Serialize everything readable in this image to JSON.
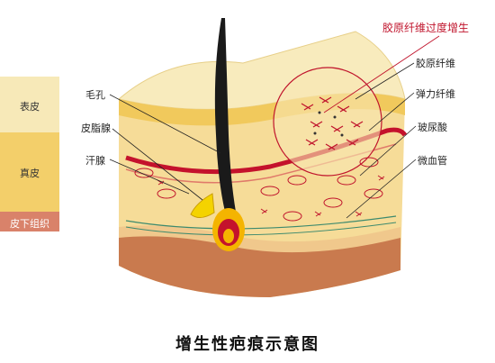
{
  "layers": {
    "epidermis": "表皮",
    "dermis": "真皮",
    "subcutaneous": "皮下组织"
  },
  "labels": {
    "hair_pore": "毛孔",
    "sebaceous_gland": "皮脂腺",
    "sweat_gland": "汗腺",
    "collagen_overgrowth": "胶原纤维过度增生",
    "collagen_fiber": "胶原纤维",
    "elastic_fiber": "弹力纤维",
    "hyaluronic_acid": "玻尿酸",
    "microvessel": "微血管"
  },
  "caption": "增生性疤痕示意图",
  "colors": {
    "epidermis_band": "#f7e9b8",
    "dermis_band": "#f3cf6a",
    "subcutaneous_band": "#d9826a",
    "skin_top": "#f5e3a6",
    "dermis": "#f6dfa0",
    "vessel": "#c4122c",
    "callout": "#c0142c",
    "hair": "#1a1a1a"
  }
}
